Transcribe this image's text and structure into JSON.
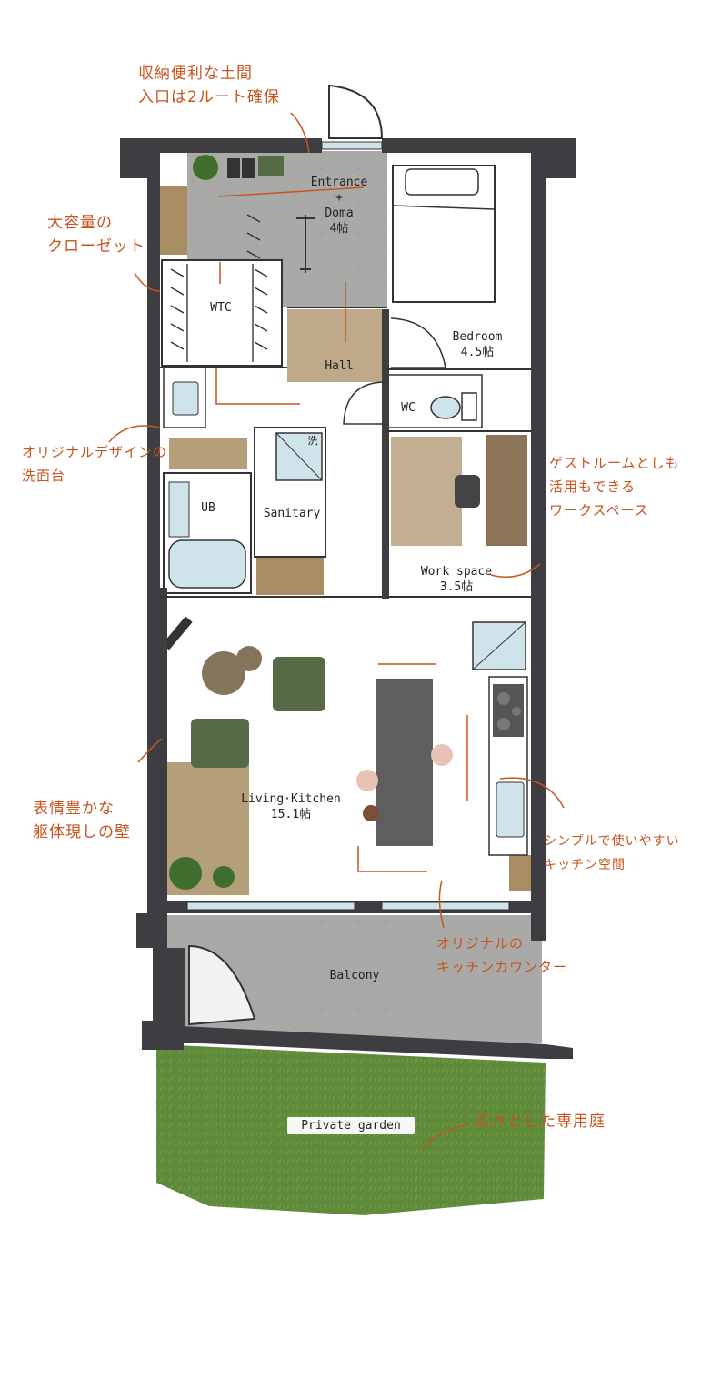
{
  "rooms": {
    "entrance": {
      "line1": "Entrance",
      "line2": "+",
      "line3": "Doma",
      "size": "4帖"
    },
    "wtc": {
      "label": "WTC"
    },
    "hall": {
      "label": "Hall"
    },
    "bedroom": {
      "label": "Bedroom",
      "size": "4.5帖"
    },
    "wc": {
      "label": "WC"
    },
    "ub": {
      "label": "UB"
    },
    "sanitary": {
      "label": "Sanitary",
      "wash_mark": "洗"
    },
    "workspace": {
      "label": "Work space",
      "size": "3.5帖"
    },
    "living_kitchen": {
      "label": "Living·Kitchen",
      "size": "15.1帖"
    },
    "balcony": {
      "label": "Balcony"
    },
    "garden": {
      "label": "Private garden"
    }
  },
  "notes": {
    "entrance_storage": {
      "line1": "収納便利な土間",
      "line2": "入口は2ルート確保"
    },
    "closet": {
      "line1": "大容量の",
      "line2": "クローゼット"
    },
    "vanity": {
      "line1": "オリジナルデザインの",
      "line2": "洗面台"
    },
    "guest_room": {
      "line1": "ゲストルームとしも",
      "line2": "活用もできる",
      "line3": "ワークスペース"
    },
    "exposed_wall": {
      "line1": "表情豊かな",
      "line2": "躯体現しの壁"
    },
    "simple_kitchen": {
      "line1": "シンプルで使いやすい",
      "line2": "キッチン空間"
    },
    "original_counter": {
      "line1": "オリジナルの",
      "line2": "キッチンカウンター"
    },
    "garden_note": {
      "line1": "広々とした専用庭"
    }
  },
  "colors": {
    "wall": "#3e3e42",
    "floor_concrete": "#a9a9a7",
    "wood": "#a88d63",
    "sofa_green": "#556b45",
    "pouf_brown": "#86735c",
    "garden_green": "#5e8a3a",
    "annotation": "#c8541f",
    "glass": "#cfe3ea"
  },
  "icons": [
    "plant-icon",
    "bicycle-icon",
    "bed-icon",
    "toilet-icon",
    "bathtub-icon",
    "chair-icon",
    "armchair-icon",
    "stove-icon",
    "sink-icon",
    "person-icon",
    "door-swing-icon",
    "arrow-icon"
  ]
}
